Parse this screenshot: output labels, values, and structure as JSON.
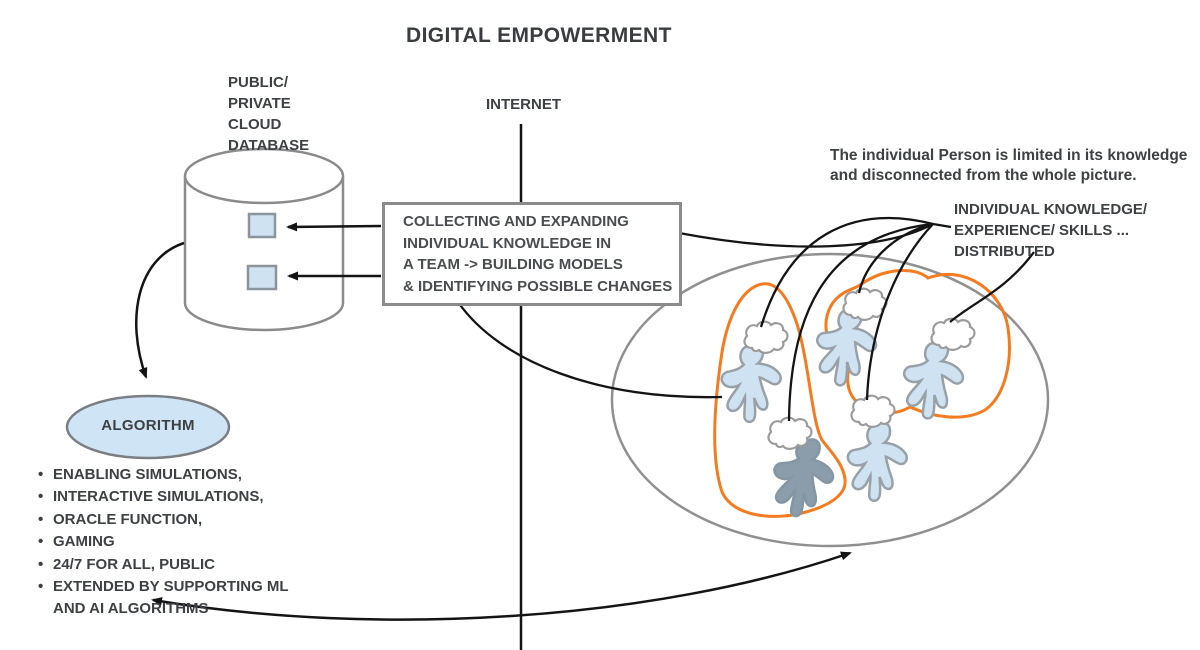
{
  "title": "DIGITAL EMPOWERMENT",
  "database": {
    "label": "PUBLIC/\nPRIVATE\nCLOUD\nDATABASE"
  },
  "internet": {
    "label": "INTERNET"
  },
  "collect_box": {
    "text": "COLLECTING AND EXPANDING\nINDIVIDUAL KNOWLEDGE IN\nA TEAM -> BUILDING MODELS\n& IDENTIFYING POSSIBLE CHANGES"
  },
  "person_note": {
    "text": "The individual Person is limited in its knowledge and disconnected from the whole picture."
  },
  "knowledge_label": {
    "text": "INDIVIDUAL KNOWLEDGE/\nEXPERIENCE/ SKILLS ...\nDISTRIBUTED"
  },
  "algorithm": {
    "label": "ALGORITHM",
    "bullets": [
      "ENABLING SIMULATIONS,",
      "INTERACTIVE SIMULATIONS,",
      "ORACLE FUNCTION,",
      "GAMING",
      "24/7 FOR ALL, PUBLIC",
      "EXTENDED BY SUPPORTING ML AND AI ALGORITHMS"
    ]
  },
  "figures": {
    "count": 5,
    "dark_figure_count": 1,
    "group_count": 2
  },
  "colors": {
    "text_dark": "#3e4144",
    "line_black": "#141414",
    "outline_gray": "#8b8b8b",
    "figure_blue": "#cfe2f2",
    "figure_dark": "#8b9daa",
    "cloud_white": "#ffffff",
    "group_orange": "#f47b20",
    "algorithm_fill": "#cfe4f5"
  }
}
